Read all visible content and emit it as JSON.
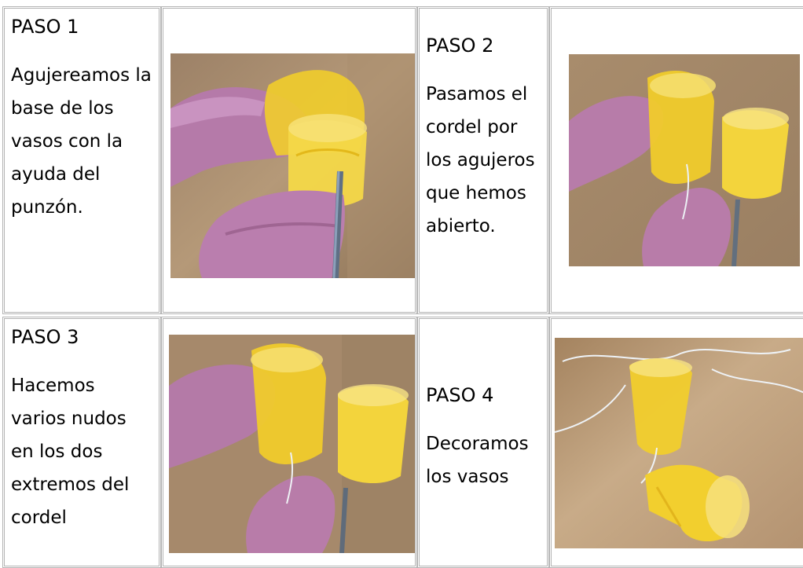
{
  "steps": [
    {
      "title": "PASO 1",
      "text": "Agujereamos la base de los vasos con la ayuda del punzón.",
      "photo": "hands-piercing-cup-with-awl"
    },
    {
      "title": "PASO 2",
      "text": "Pasamos el cordel por los agujeros que hemos abierto.",
      "photo": "threading-string-through-cups"
    },
    {
      "title": "PASO 3",
      "text": "Hacemos varios nudos en los dos extremos del cordel",
      "photo": "tying-knots-on-string"
    },
    {
      "title": "PASO 4",
      "text": "Decoramos los vasos",
      "photo": "finished-cup-telephone"
    }
  ],
  "colors": {
    "border": "#b4b4b4",
    "table_bg": "#e6e6e6",
    "cup_yellow": "#f2cf2a",
    "table_wood": "#b79a78",
    "skin": "#c98fb6"
  }
}
